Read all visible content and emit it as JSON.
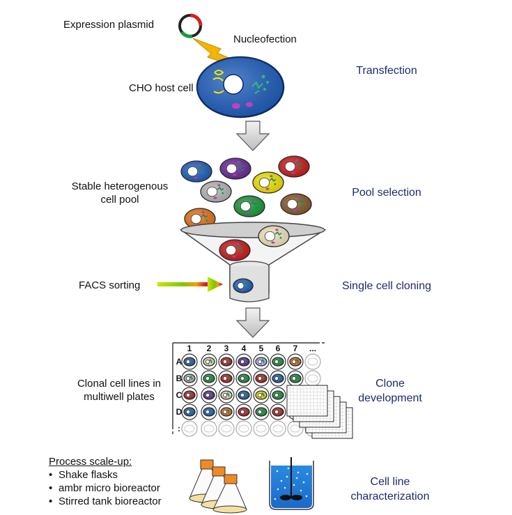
{
  "labels": {
    "expression_plasmid": "Expression plasmid",
    "nucleofection": "Nucleofection",
    "cho_host_cell": "CHO host cell",
    "stable_pool_line1": "Stable heterogenous",
    "stable_pool_line2": "cell pool",
    "facs_sorting": "FACS sorting",
    "clonal_line1": "Clonal cell lines in",
    "clonal_line2": "multiwell plates",
    "scaleup_title": "Process scale-up:",
    "scaleup_items": [
      "Shake flasks",
      "ambr micro bioreactor",
      "Stirred tank bioreactor"
    ]
  },
  "steps": {
    "transfection": "Transfection",
    "pool_selection": "Pool selection",
    "single_cell_cloning": "Single cell cloning",
    "clone_development_1": "Clone",
    "clone_development_2": "development",
    "characterization_1": "Cell line",
    "characterization_2": "characterization"
  },
  "plate": {
    "columns": [
      "1",
      "2",
      "3",
      "4",
      "5",
      "6",
      "7"
    ],
    "rows": [
      "A",
      "B",
      "C",
      "D"
    ],
    "ellipsis": "..."
  },
  "colors": {
    "cell_blue": "#1f5fc0",
    "step_text": "#1f2a6b",
    "lightning": "#f5b400",
    "flask_cap": "#f08a24",
    "pool_cells": [
      "#1f5fc0",
      "#6a2a9a",
      "#f2e600",
      "#cc1a1a",
      "#b8b8b8",
      "#1a9a3a",
      "#8a5a2b",
      "#e8731a",
      "#f3e8c0",
      "#cc1a1a"
    ]
  }
}
